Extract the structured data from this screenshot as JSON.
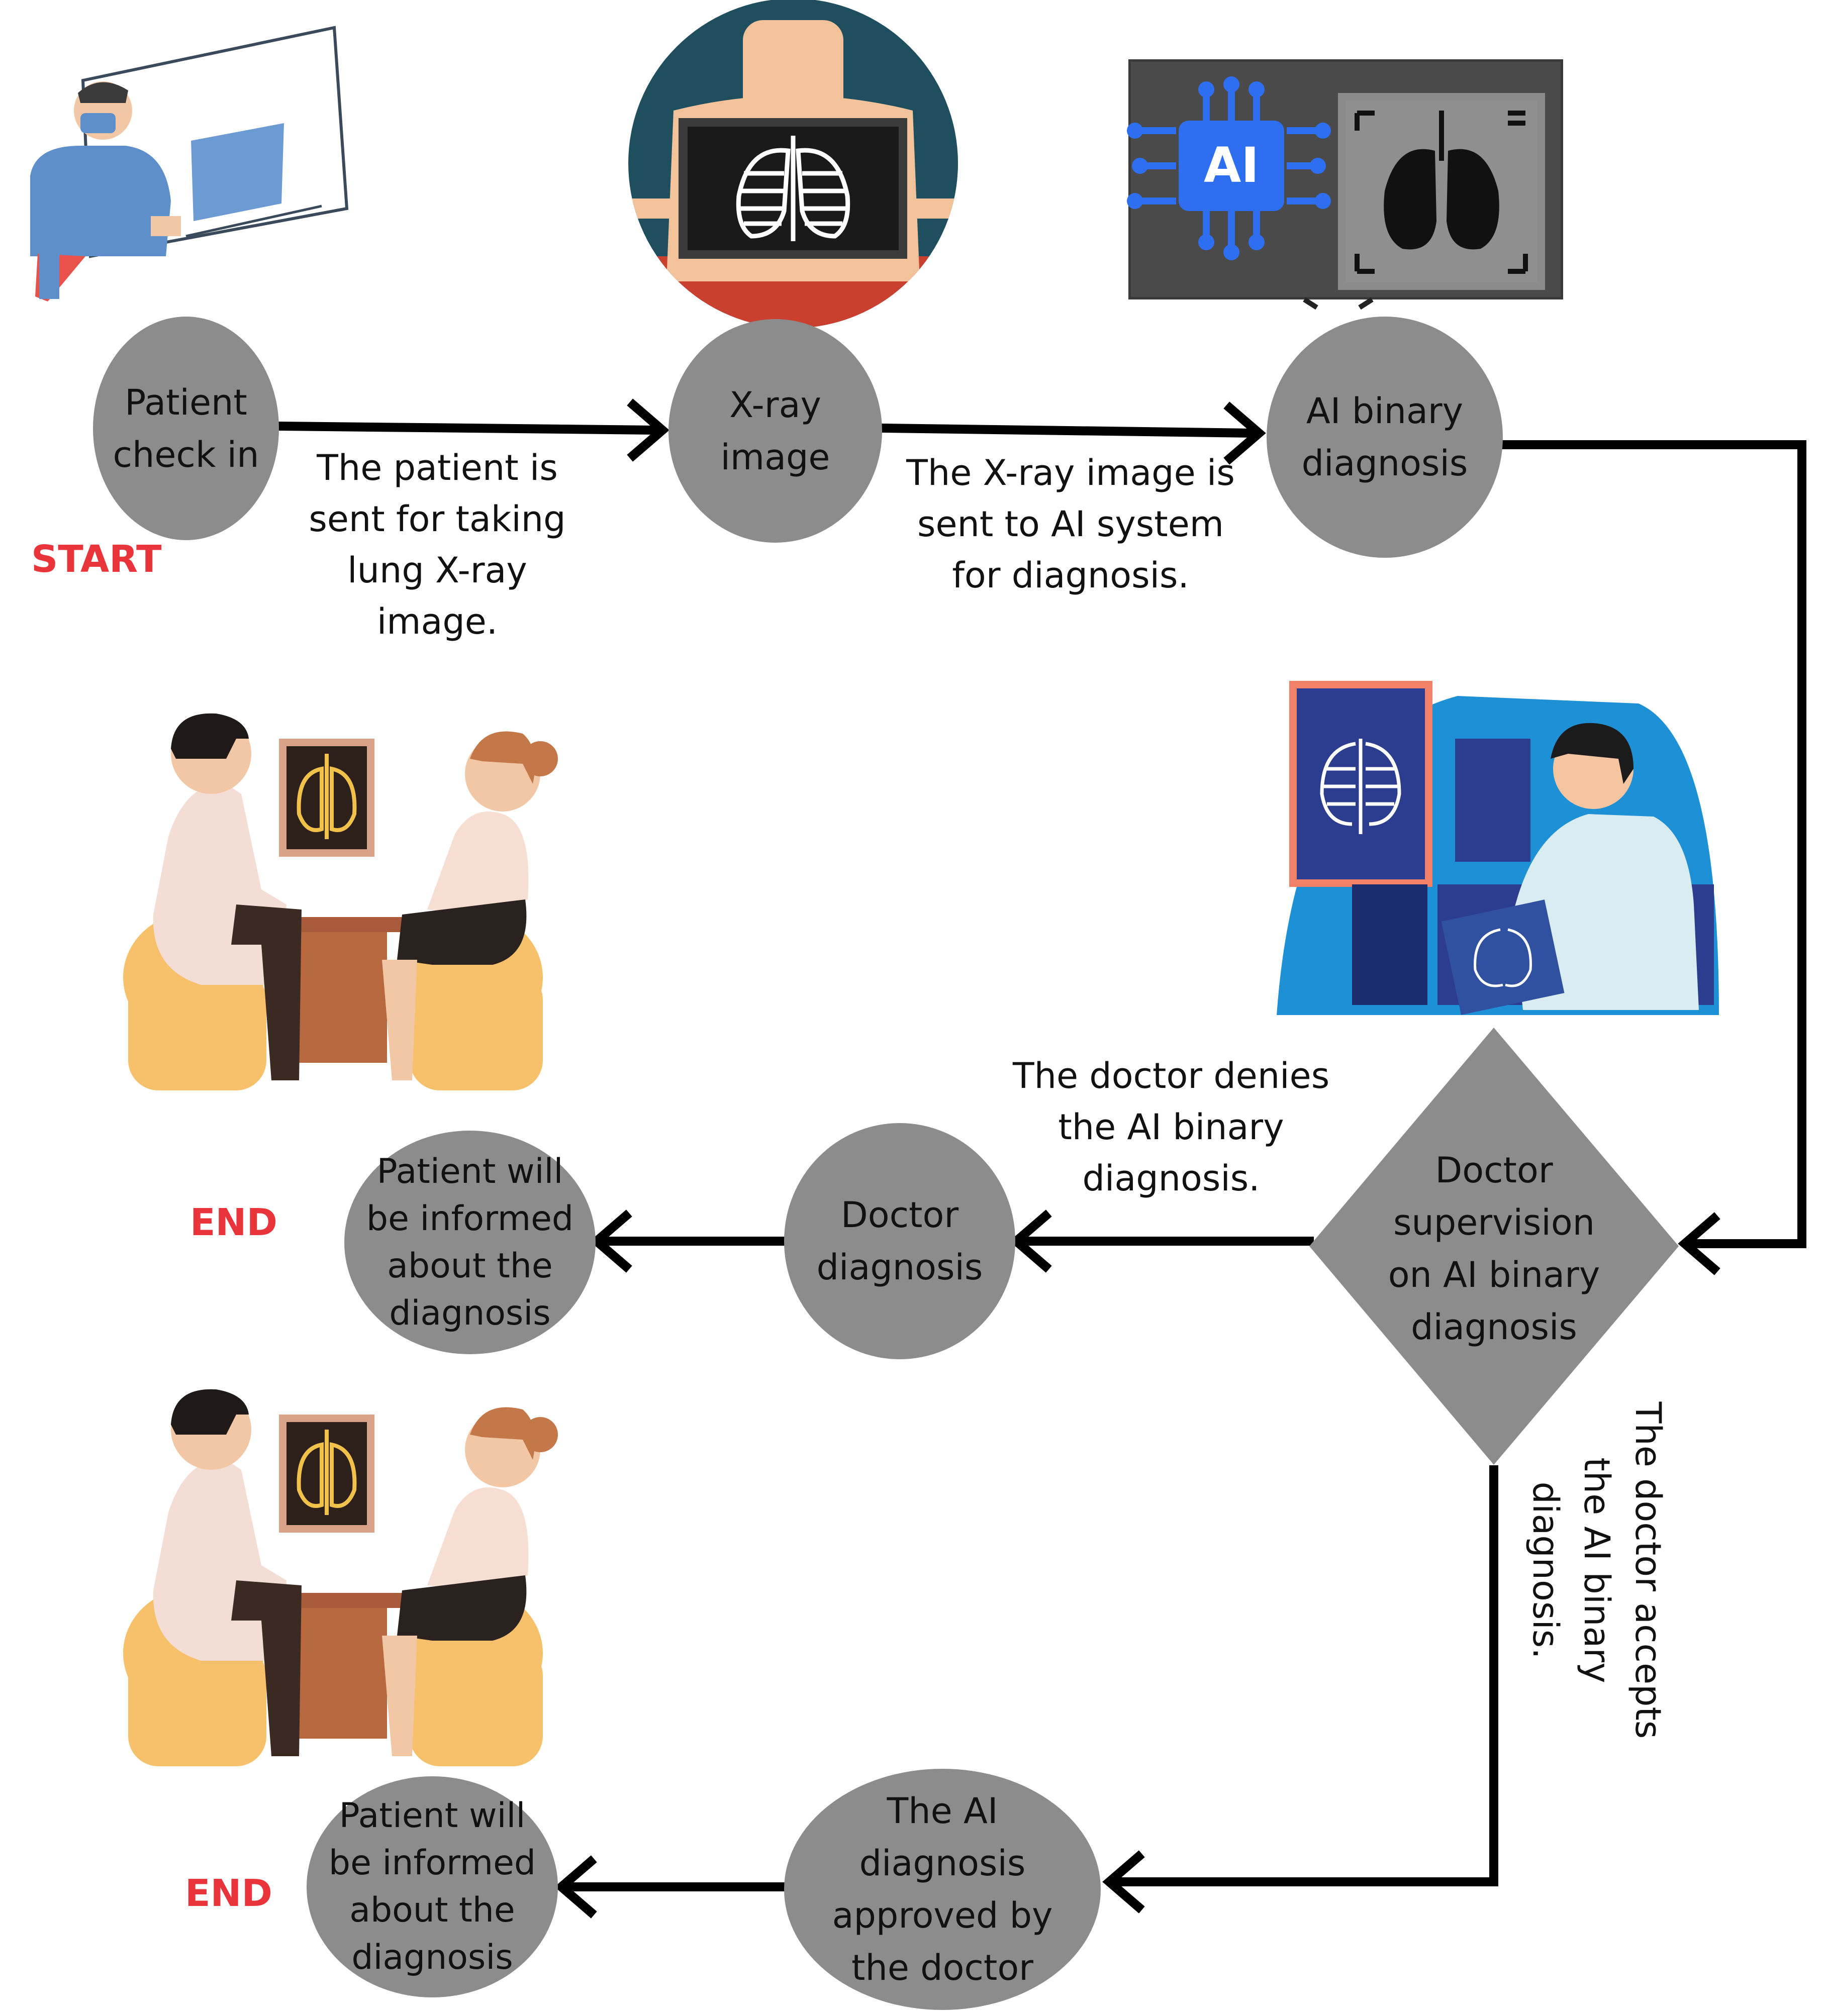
{
  "nodes": {
    "patient_check_in": "Patient\ncheck in",
    "xray_image": "X-ray\nimage",
    "ai_binary_diagnosis": "AI binary\ndiagnosis",
    "doctor_supervision": "Doctor\nsupervision\non AI binary\ndiagnosis",
    "doctor_diagnosis": "Doctor\ndiagnosis",
    "patient_informed_1": "Patient will\nbe informed\nabout the\ndiagnosis",
    "ai_approved": "The AI\ndiagnosis\napproved by\nthe doctor",
    "patient_informed_2": "Patient will\nbe informed\nabout the\ndiagnosis"
  },
  "edge_labels": {
    "checkin_to_xray": "The patient is\nsent for taking\nlung X-ray image.",
    "xray_to_ai": "The X-ray image is\nsent to  AI system\nfor diagnosis.",
    "supervision_denies": "The doctor denies\nthe AI binary\ndiagnosis.",
    "supervision_accepts": "The doctor accepts\nthe AI binary\ndiagnosis."
  },
  "markers": {
    "start": "START",
    "end_1": "END",
    "end_2": "END"
  },
  "ai_chip_text": "AI",
  "colors": {
    "node_fill": "#8c8c8c",
    "marker_red": "#e8343a",
    "arrow": "#000000",
    "text": "#111111"
  },
  "icons": [
    "receptionist-icon",
    "xray-chest-icon",
    "ai-monitor-icon",
    "radiologist-icon",
    "doctor-patient-consultation-icon"
  ]
}
